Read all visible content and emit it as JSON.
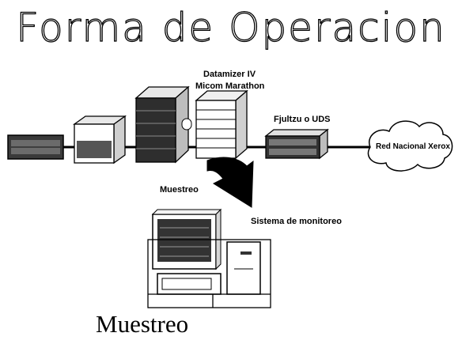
{
  "title": "Forma de Operacion",
  "caption": "Muestreo",
  "labels": {
    "datamizer": "Datamizer IV",
    "micom": "Micom Marathon",
    "fjultzu": "Fjultzu o UDS",
    "red": "Red Nacional Xerox",
    "muestreo": "Muestreo",
    "sistema": "Sistema de monitoreo"
  }
}
